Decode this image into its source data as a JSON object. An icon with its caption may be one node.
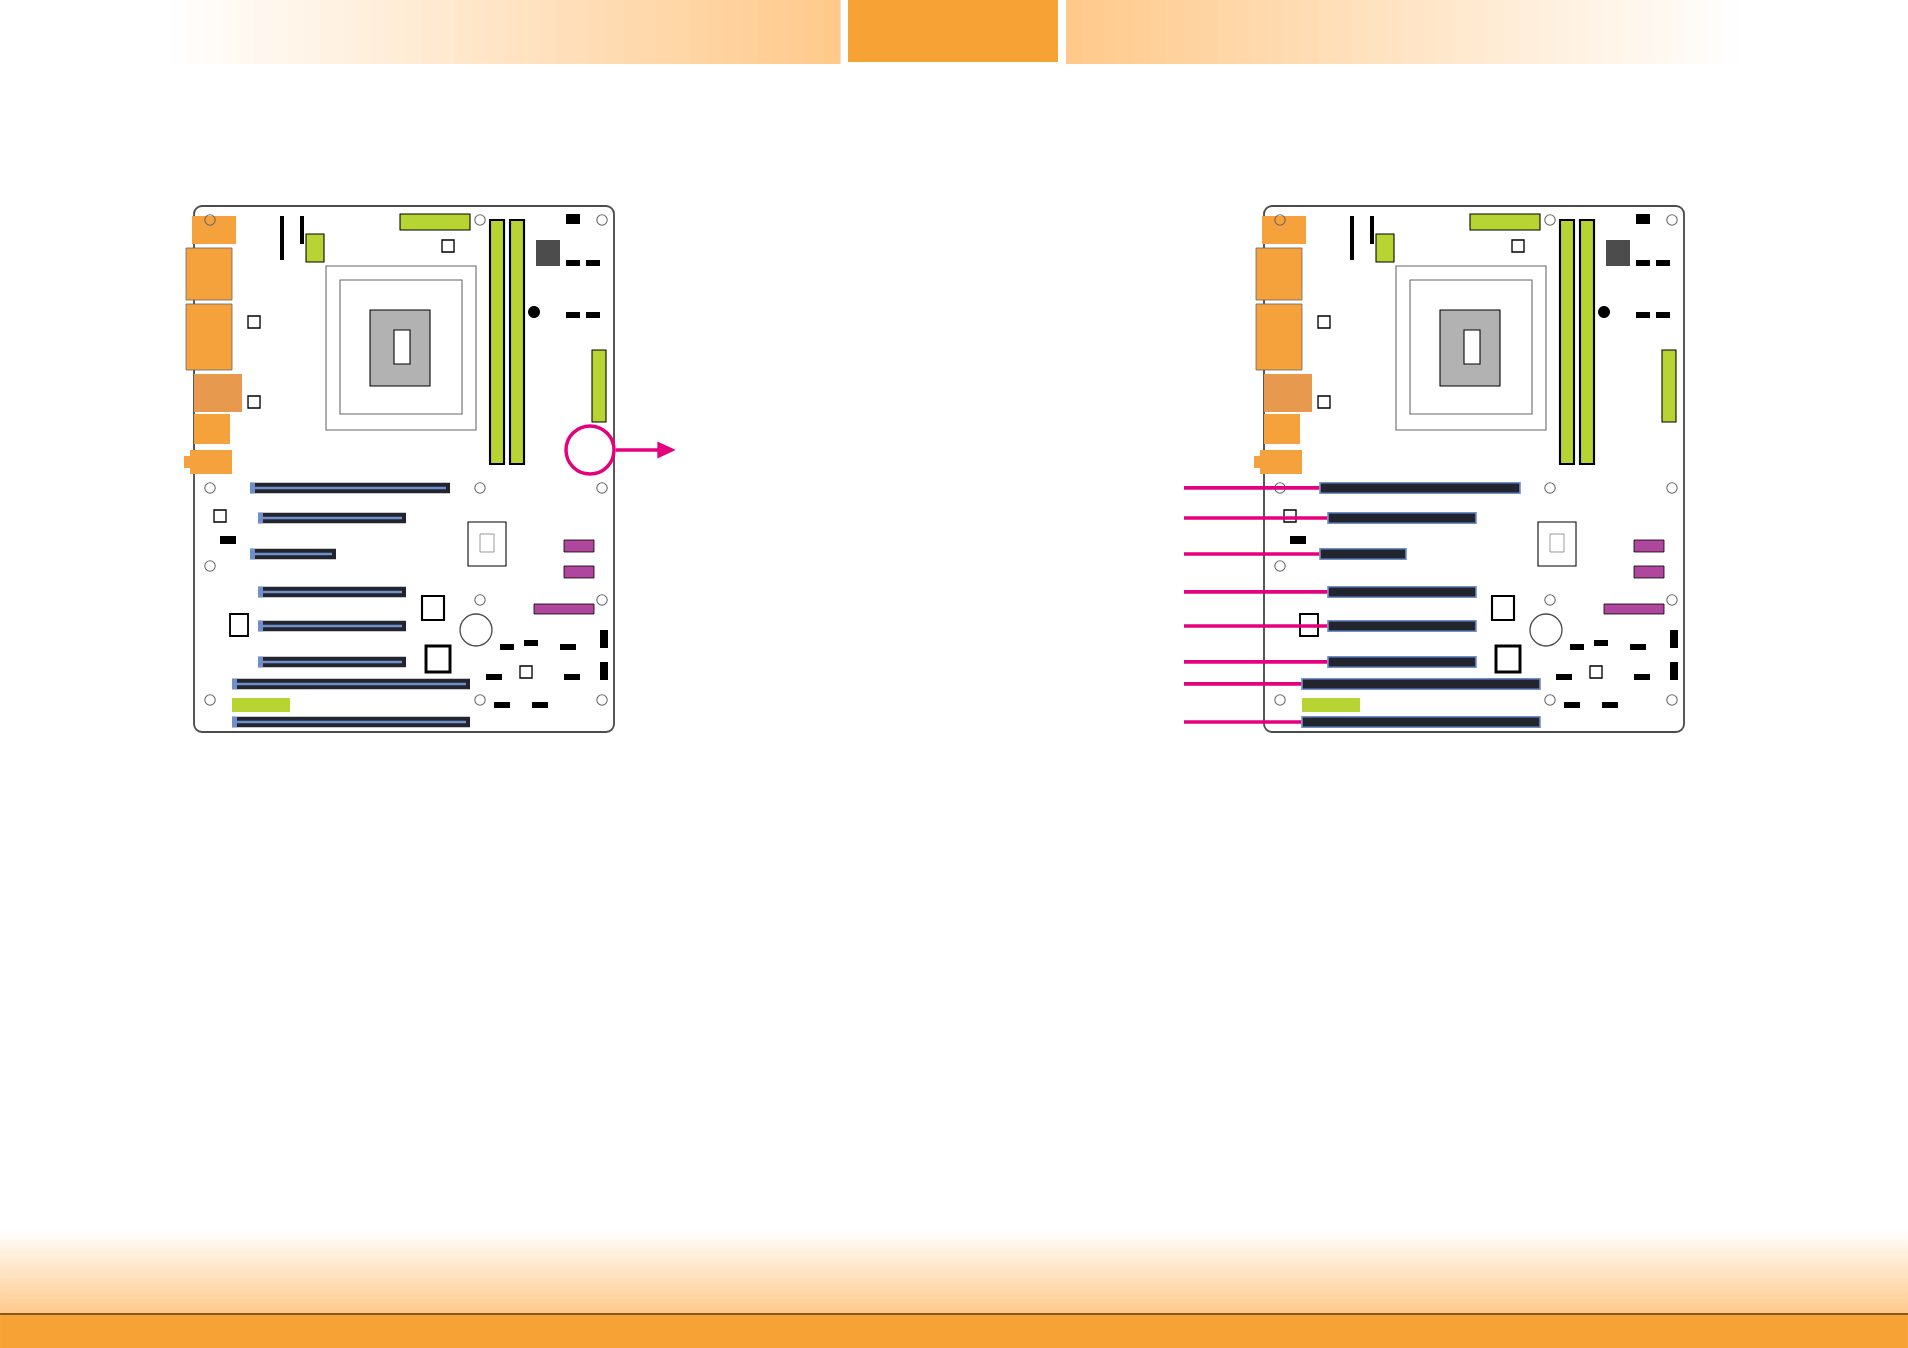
{
  "diagram": {
    "nodes": [
      {
        "text": [],
        "shape": "circle"
      },
      {
        "text": [],
        "shape": "bar"
      },
      {
        "text": [],
        "shape": "bar"
      },
      {
        "text": [],
        "shape": "bar"
      },
      {
        "text": [],
        "shape": "bar"
      },
      {
        "text": [],
        "shape": "bar"
      },
      {
        "text": [],
        "shape": "bar"
      },
      {
        "text": [],
        "shape": "bar"
      },
      {
        "text": [],
        "shape": "bar"
      }
    ],
    "edges": [
      {
        "from": 0,
        "to": null,
        "arrow": "to"
      },
      {
        "from": null,
        "to": 1,
        "arrow": "none"
      },
      {
        "from": null,
        "to": 2,
        "arrow": "none"
      },
      {
        "from": null,
        "to": 3,
        "arrow": "none"
      },
      {
        "from": null,
        "to": 4,
        "arrow": "none"
      },
      {
        "from": null,
        "to": 5,
        "arrow": "none"
      },
      {
        "from": null,
        "to": 6,
        "arrow": "none"
      },
      {
        "from": null,
        "to": 7,
        "arrow": "none"
      },
      {
        "from": null,
        "to": 8,
        "arrow": "none"
      }
    ]
  }
}
